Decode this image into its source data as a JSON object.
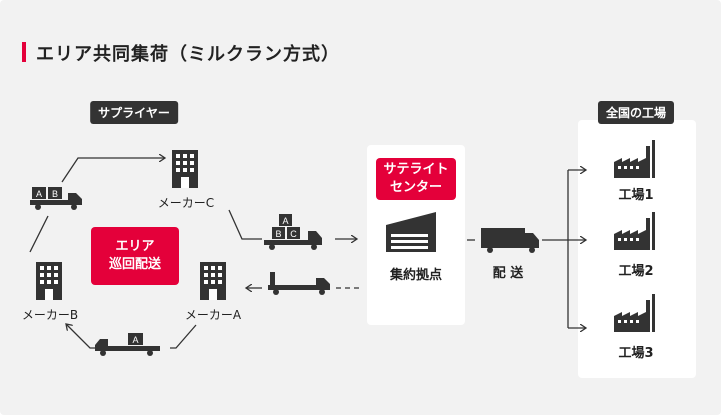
{
  "title": "エリア共同集荷（ミルクラン方式）",
  "suppliers": {
    "badge": "サプライヤー",
    "maker_c": "メーカーC",
    "maker_b": "メーカーB",
    "maker_a": "メーカーA",
    "route_label": [
      "エリア",
      "巡回配送"
    ],
    "box_letters": {
      "truck_left": [
        "A",
        "B"
      ],
      "truck_right": [
        "A",
        "B",
        "C"
      ],
      "truck_bottom": [
        "A"
      ]
    }
  },
  "satellite": {
    "badge": [
      "サテライト",
      "センター"
    ],
    "hub_label": "集約拠点"
  },
  "delivery": {
    "label": "配 送"
  },
  "factories": {
    "badge": "全国の工場",
    "items": [
      "工場1",
      "工場2",
      "工場3"
    ]
  },
  "colors": {
    "accent": "#e4003a",
    "dark": "#333333",
    "background": "#f2f2f2"
  }
}
